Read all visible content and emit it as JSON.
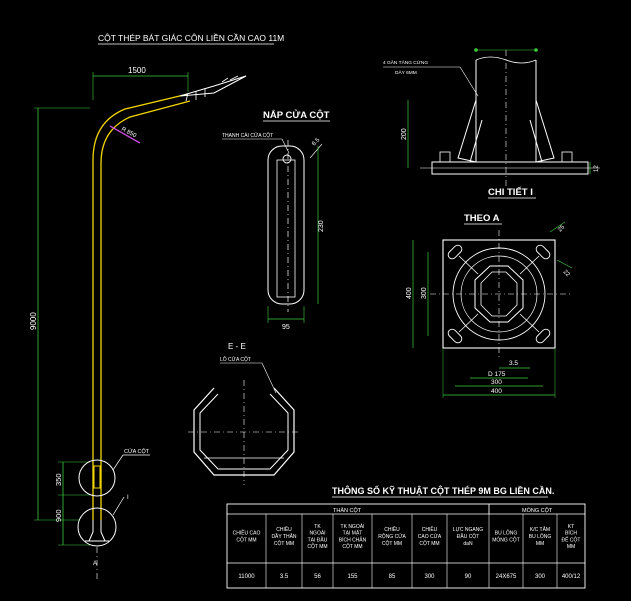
{
  "drawing_title": "CỘT THÉP BÁT GIÁC CÔN LIỀN CẦN CAO 11M",
  "pole": {
    "arm_length": "1500",
    "height_total": "9000",
    "dim_350": "350",
    "dim_900": "900",
    "radius": "R 850",
    "door_label": "CỬA CỘT",
    "detail_ref": "I",
    "section_ref": "A"
  },
  "nap_cua_cot": {
    "title": "NẮP CỬA CỘT",
    "callout": "THANH CÀI CỬA CỘT",
    "dim_height": "230",
    "dim_width": "95",
    "dim_small": "6.5"
  },
  "section_ee": {
    "title": "E - E",
    "callout": "LỖ CỬA CỘT"
  },
  "chi_tiet": {
    "title": "CHI TIẾT I",
    "callout_line1": "4 GÂN TĂNG CỨNG",
    "callout_line2": "DÀY 6MM",
    "dim_height": "200",
    "dim_thick": "12"
  },
  "theo_a": {
    "title": "THEO A",
    "dim_outer": "400",
    "dim_inner": "300",
    "dim_35": "3.5",
    "dim_d175": "D 175",
    "dim_300_bottom": "300",
    "dim_400_bottom": "400",
    "dim_hole": "25",
    "dim_22": "22"
  },
  "spec_table": {
    "title": "THÔNG SỐ KỸ THUẬT CỘT THÉP 9M BG LIỀN CẦN.",
    "group_than_cot": "THÂN CỘT",
    "group_mong_cot": "MÓNG CỘT",
    "headers": [
      "CHIỀU CAO CỘT MM",
      "CHIỀU DẦY THÂN CỘT MM",
      "TK NGOÀI TẠI ĐẦU CỘT MM",
      "TK NGOÀI TẠI MẶT BÍCH CHÂN CỘT MM",
      "CHIỀU RỘNG CỬA CỘT MM",
      "CHIỀU CAO CỬA CỘT MM",
      "LỰC NGANG ĐẦU CỘT daN",
      "BU LÔNG MÓNG CỘT",
      "K/C TÂM BU LÔNG MM",
      "KT BÍCH ĐẾ CỘT MM"
    ],
    "values": [
      "11000",
      "3.5",
      "56",
      "155",
      "85",
      "300",
      "90",
      "24X675",
      "300",
      "400/12"
    ]
  }
}
